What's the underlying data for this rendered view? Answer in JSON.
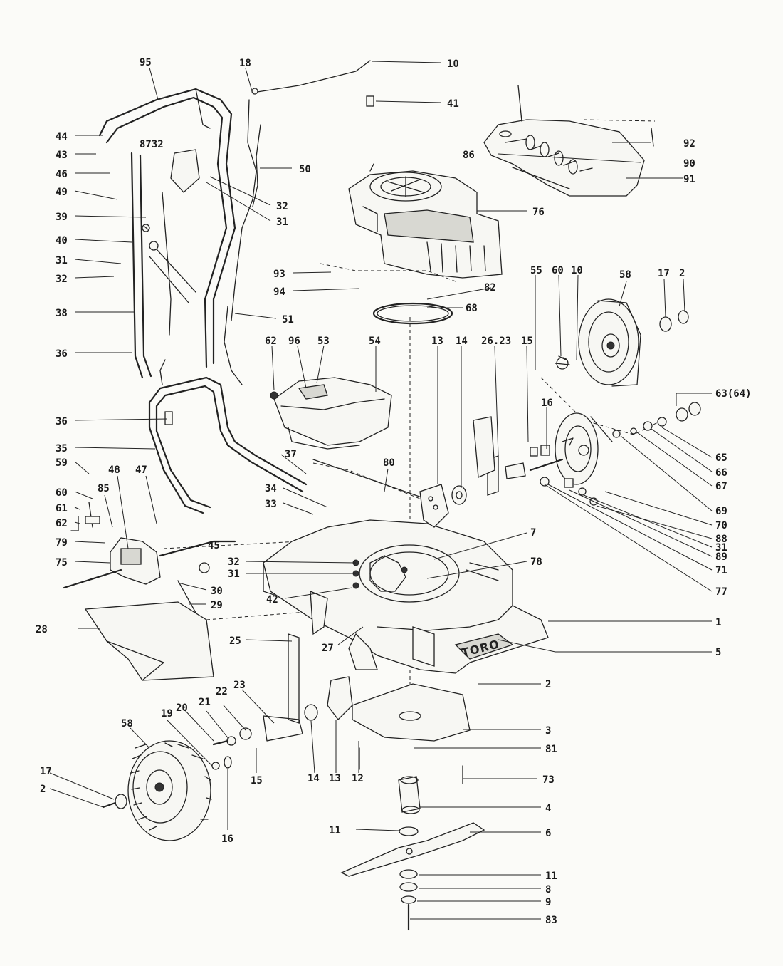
{
  "diagram": {
    "brand_logo": "TORO",
    "callouts": {
      "c95": "95",
      "c18": "18",
      "c10": "10",
      "c41": "41",
      "c44": "44",
      "c43": "43",
      "c8732": "8732",
      "c46": "46",
      "c49": "49",
      "c39": "39",
      "c40": "40",
      "c31a": "31",
      "c32a": "32",
      "c38": "38",
      "c36a": "36",
      "c50": "50",
      "c32b": "32",
      "c31b": "31",
      "c92": "92",
      "c86": "86",
      "c90": "90",
      "c91": "91",
      "c76": "76",
      "c93": "93",
      "c94": "94",
      "c82": "82",
      "c68": "68",
      "c51": "51",
      "c62": "62",
      "c96": "96",
      "c53": "53",
      "c54": "54",
      "c13a": "13",
      "c14a": "14",
      "c26": "26.23",
      "c15a": "15",
      "c55": "55",
      "c60a": "60",
      "c10b": "10",
      "c58a": "58",
      "c17a": "17",
      "c2a": "2",
      "c63": "63(64)",
      "c16a": "16",
      "c36b": "36",
      "c35": "35",
      "c37": "37",
      "c80": "80",
      "c59": "59",
      "c48": "48",
      "c47": "47",
      "c60b": "60",
      "c85": "85",
      "c61": "61",
      "c62b": "62",
      "c34": "34",
      "c33": "33",
      "c65": "65",
      "c66": "66",
      "c67": "67",
      "c69": "69",
      "c70": "70",
      "c88": "88",
      "c31c": "31",
      "c89": "89",
      "c71": "71",
      "c77": "77",
      "c79": "79",
      "c75": "75",
      "c45": "45",
      "c32c": "32",
      "c31d": "31",
      "c7": "7",
      "c78": "78",
      "c42": "42",
      "c30": "30",
      "c29": "29",
      "c28": "28",
      "c1": "1",
      "c5": "5",
      "c25": "25",
      "c27": "27",
      "c2b": "2",
      "c23": "23",
      "c22": "22",
      "c21": "21",
      "c20": "20",
      "c19": "19",
      "c3": "3",
      "c81": "81",
      "c58b": "58",
      "c73": "73",
      "c17b": "17",
      "c2c": "2",
      "c15b": "15",
      "c14b": "14",
      "c13b": "13",
      "c12": "12",
      "c4": "4",
      "c11a": "11",
      "c6": "6",
      "c16b": "16",
      "c11b": "11",
      "c8": "8",
      "c9": "9",
      "c83": "83"
    }
  }
}
